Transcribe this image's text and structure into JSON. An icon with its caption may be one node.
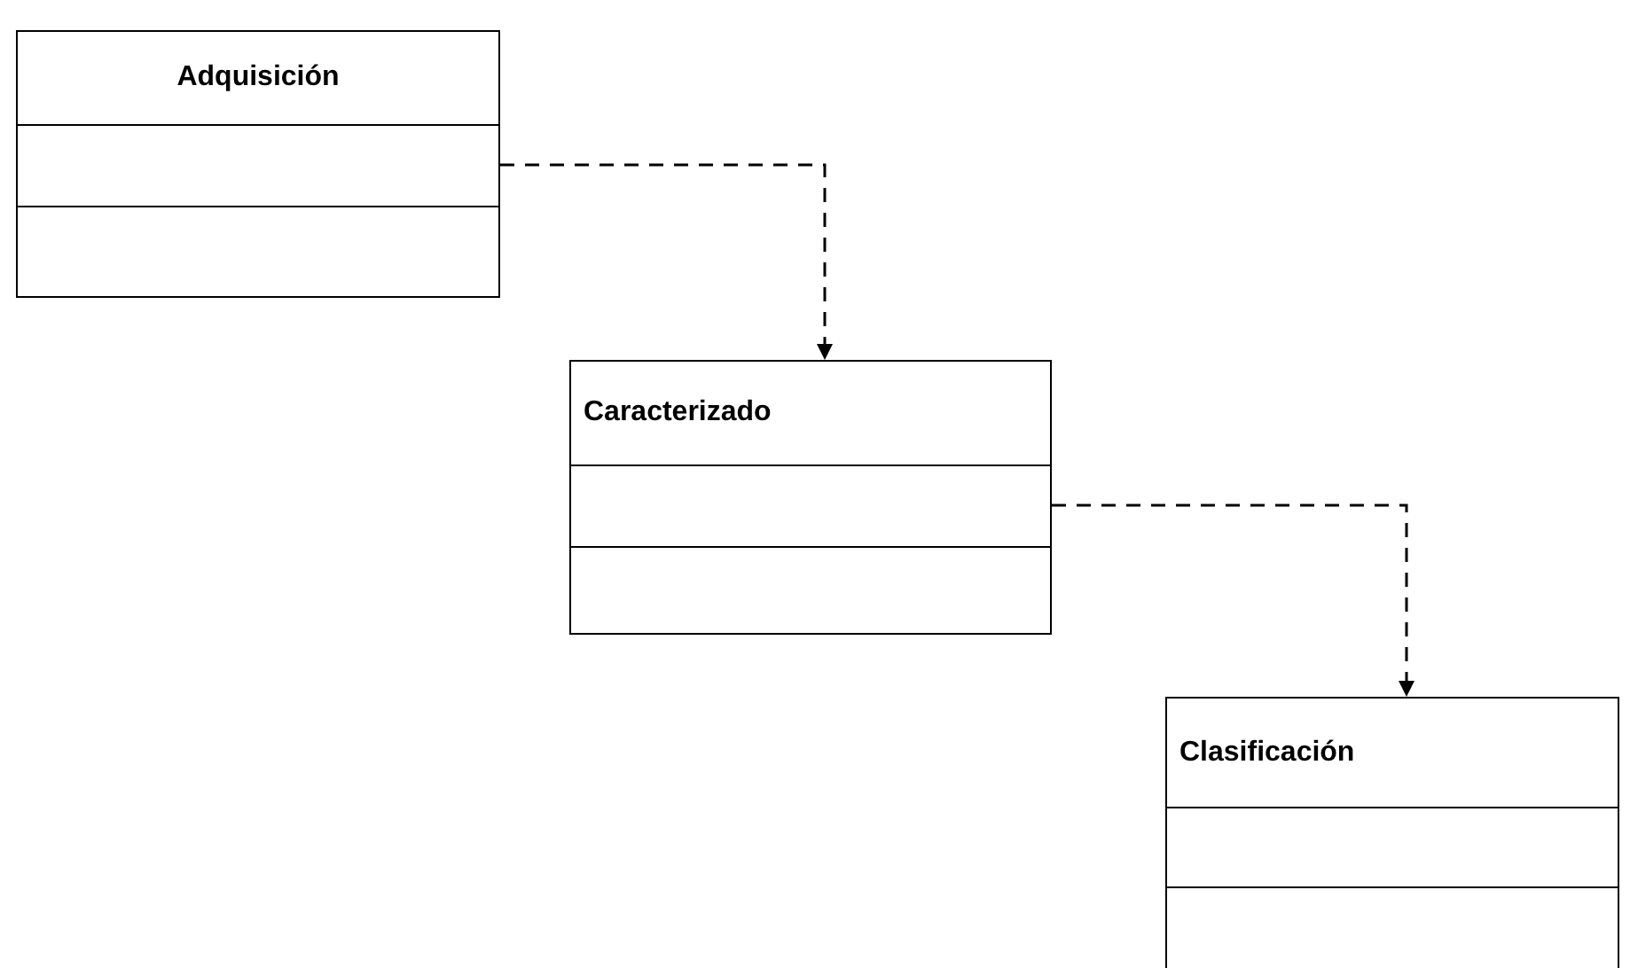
{
  "diagram": {
    "nodes": [
      {
        "text": [
          "Adquisición"
        ]
      },
      {
        "text": [
          "Caracterizado"
        ]
      },
      {
        "text": [
          "Clasificación"
        ]
      }
    ],
    "edges": [
      {
        "from": 0,
        "to": 1,
        "arrow": "to",
        "style": "dashed"
      },
      {
        "from": 1,
        "to": 2,
        "arrow": "to",
        "style": "dashed"
      }
    ]
  }
}
